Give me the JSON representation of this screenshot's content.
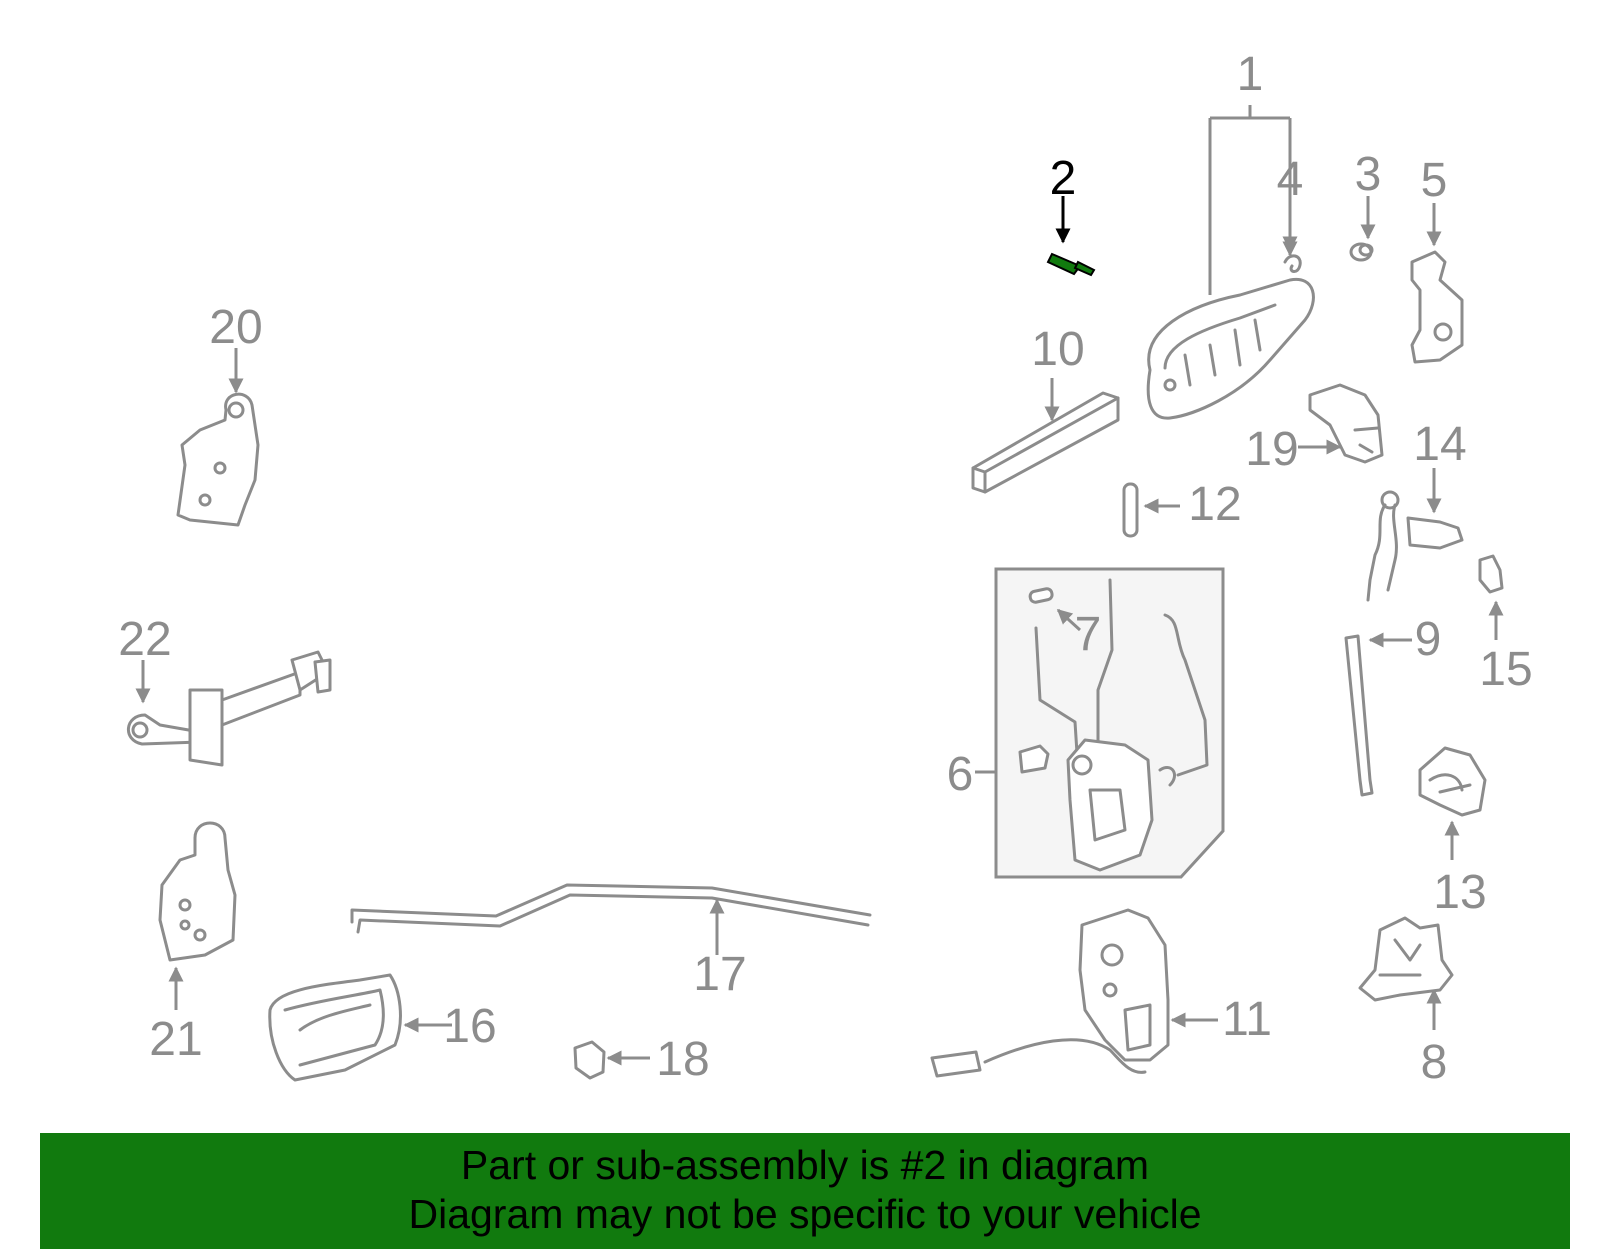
{
  "diagram": {
    "callouts": [
      {
        "id": "1",
        "label": "1"
      },
      {
        "id": "2",
        "label": "2",
        "highlighted": true
      },
      {
        "id": "3",
        "label": "3"
      },
      {
        "id": "4",
        "label": "4"
      },
      {
        "id": "5",
        "label": "5"
      },
      {
        "id": "6",
        "label": "6"
      },
      {
        "id": "7",
        "label": "7"
      },
      {
        "id": "8",
        "label": "8"
      },
      {
        "id": "9",
        "label": "9"
      },
      {
        "id": "10",
        "label": "10"
      },
      {
        "id": "11",
        "label": "11"
      },
      {
        "id": "12",
        "label": "12"
      },
      {
        "id": "13",
        "label": "13"
      },
      {
        "id": "14",
        "label": "14"
      },
      {
        "id": "15",
        "label": "15"
      },
      {
        "id": "16",
        "label": "16"
      },
      {
        "id": "17",
        "label": "17"
      },
      {
        "id": "18",
        "label": "18"
      },
      {
        "id": "19",
        "label": "19"
      },
      {
        "id": "20",
        "label": "20"
      },
      {
        "id": "21",
        "label": "21"
      },
      {
        "id": "22",
        "label": "22"
      }
    ],
    "colors": {
      "line": "#8c8c8c",
      "highlight_part": "#117a0e",
      "banner_bg": "#117a0e",
      "panel_bg": "#f5f5f5"
    }
  },
  "banner": {
    "line1": "Part or sub-assembly is #2 in diagram",
    "line2": "Diagram may not be specific to your vehicle"
  }
}
